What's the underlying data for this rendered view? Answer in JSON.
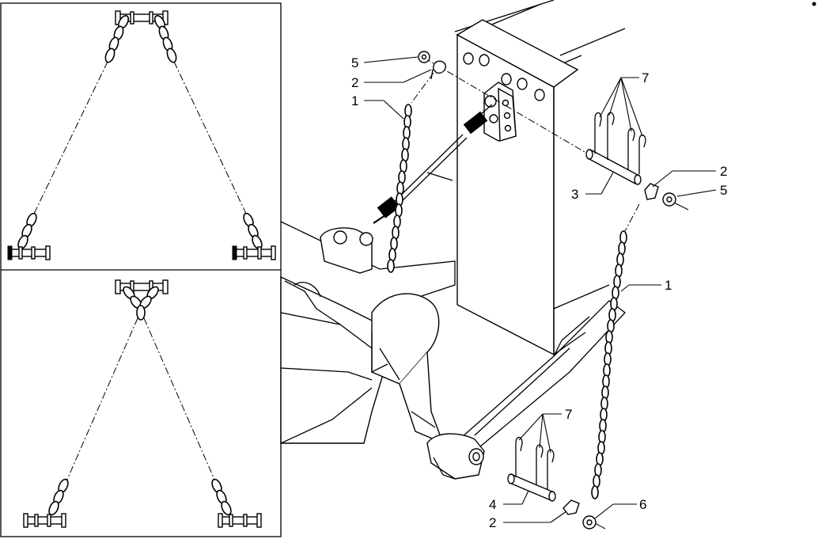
{
  "callouts": {
    "c5a": "5",
    "c2a": "2",
    "c1a": "1",
    "c7a": "7",
    "c2b": "2",
    "c3": "3",
    "c5b": "5",
    "c1b": "1",
    "c7b": "7",
    "c4": "4",
    "c6": "6",
    "c2c": "2"
  }
}
